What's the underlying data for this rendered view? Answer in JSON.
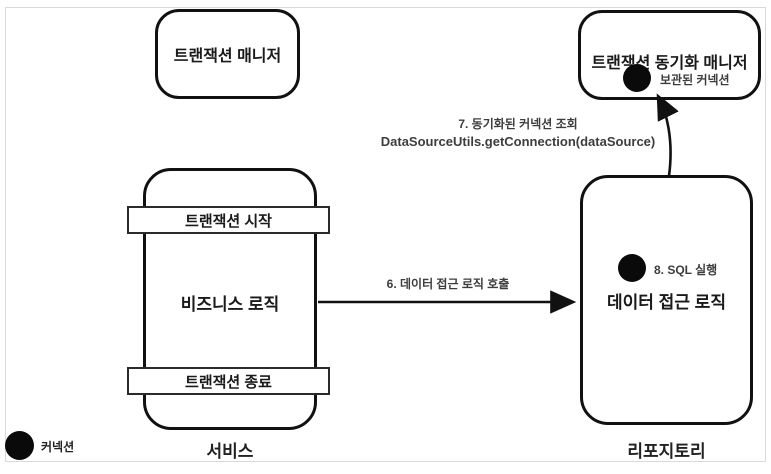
{
  "diagram": {
    "transaction_manager": {
      "label": "트랜잭션 매니저"
    },
    "sync_manager": {
      "label": "트랜잭션 동기화 매니저",
      "stored_connection_label": "보관된 커넥션"
    },
    "service": {
      "caption": "서비스",
      "tx_start_label": "트랜잭션 시작",
      "business_logic_label": "비즈니스 로직",
      "tx_end_label": "트랜잭션 종료"
    },
    "repository": {
      "caption": "리포지토리",
      "sql_exec_label": "8. SQL 실행",
      "data_access_label": "데이터 접근 로직"
    },
    "arrow6": {
      "label": "6. 데이터 접근 로직 호출"
    },
    "arrow7": {
      "label_line1": "7. 동기화된 커넥션 조회",
      "label_line2": "DataSourceUtils.getConnection(dataSource)"
    },
    "legend": {
      "connection_label": "커넥션"
    },
    "icons": {
      "connection_dot": "connection-dot"
    },
    "colors": {
      "box_border": "#111111",
      "frame_border": "#d9d9d9",
      "dot_fill": "#0a0a0a",
      "label_text": "#3d3d3d",
      "background": "#ffffff"
    }
  }
}
